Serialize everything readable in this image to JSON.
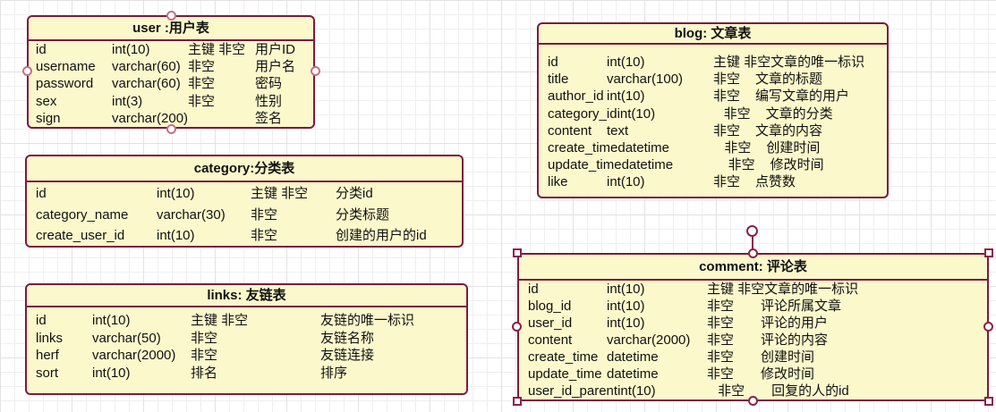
{
  "canvas": {
    "kind": "er-diagram",
    "colors": {
      "table_fill": "#fbf8cc",
      "table_border": "#7b1b3e",
      "selection_handle": "#8c2246",
      "connection_point": "#c57186",
      "grid_minor": "#efefef",
      "grid_major": "#e2e2e2"
    },
    "selected_table": "comment"
  },
  "tables": [
    {
      "id": "user",
      "title": "user :用户表",
      "rows": [
        [
          "id",
          "int(10)",
          "主键 非空",
          "用户ID"
        ],
        [
          "username",
          "varchar(60)",
          "非空",
          "用户名"
        ],
        [
          "password",
          "varchar(60)",
          "非空",
          "密码"
        ],
        [
          "sex",
          "int(3)",
          "非空",
          "性别"
        ],
        [
          "sign",
          "varchar(200)",
          "",
          "签名"
        ]
      ]
    },
    {
      "id": "category",
      "title": "category:分类表",
      "rows": [
        [
          "id",
          "int(10)",
          "主键 非空",
          "分类id"
        ],
        [
          "category_name",
          "varchar(30)",
          "非空",
          "分类标题"
        ],
        [
          "create_user_id",
          "int(10)",
          "非空",
          "创建的用户的id"
        ]
      ]
    },
    {
      "id": "links",
      "title": "links: 友链表",
      "rows": [
        [
          "id",
          "int(10)",
          "主键 非空",
          "友链的唯一标识"
        ],
        [
          "links",
          "varchar(50)",
          "非空",
          "友链名称"
        ],
        [
          "herf",
          "varchar(2000)",
          "非空",
          "友链连接"
        ],
        [
          "sort",
          "int(10)",
          "排名",
          "排序"
        ]
      ]
    },
    {
      "id": "blog",
      "title": "blog: 文章表",
      "rows": [
        [
          "id",
          "int(10)",
          "主键 非空",
          "文章的唯一标识"
        ],
        [
          "title",
          "varchar(100)",
          "非空",
          "文章的标题"
        ],
        [
          "author_id",
          "int(10)",
          "非空",
          "编写文章的用户"
        ],
        [
          "category_id",
          "int(10)",
          "非空",
          "文章的分类"
        ],
        [
          "content",
          "text",
          "非空",
          "文章的内容"
        ],
        [
          "create_time",
          "datetime",
          "非空",
          "创建时间"
        ],
        [
          "update_time",
          "datetime",
          "非空",
          "修改时间"
        ],
        [
          "like",
          "int(10)",
          "非空",
          "点赞数"
        ]
      ]
    },
    {
      "id": "comment",
      "title": "comment: 评论表",
      "rows": [
        [
          "id",
          "int(10)",
          "主键 非空",
          "文章的唯一标识"
        ],
        [
          "blog_id",
          "int(10)",
          "非空",
          "评论所属文章"
        ],
        [
          "user_id",
          "int(10)",
          "非空",
          "评论的用户"
        ],
        [
          "content",
          "varchar(2000)",
          "非空",
          "评论的内容"
        ],
        [
          "create_time",
          "datetime",
          "非空",
          "创建时间"
        ],
        [
          "update_time",
          "datetime",
          "非空",
          "修改时间"
        ],
        [
          "user_id_parent",
          "int(10)",
          "非空",
          "回复的人的id"
        ]
      ]
    }
  ]
}
